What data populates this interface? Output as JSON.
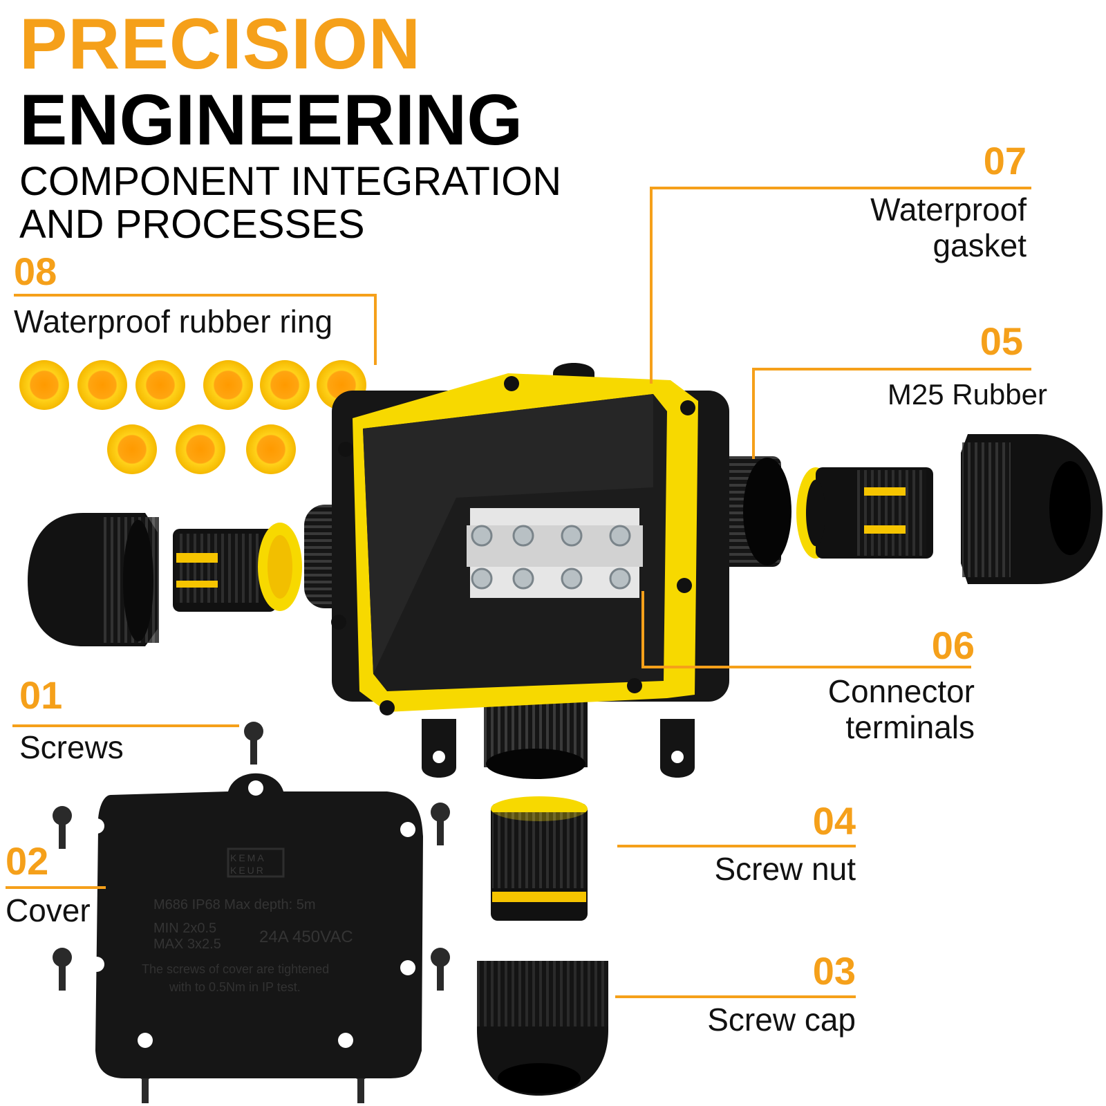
{
  "colors": {
    "accent": "#F5A01A",
    "yellow": "#F7DC11",
    "black": "#111111"
  },
  "title": {
    "line1": "PRECISION",
    "line2": "ENGINEERING",
    "subtitle_line1": "COMPONENT INTEGRATION",
    "subtitle_line2": "AND PROCESSES"
  },
  "callouts": [
    {
      "num": "08",
      "label": "Waterproof rubber ring"
    },
    {
      "num": "07",
      "label_line1": "Waterproof",
      "label_line2": "gasket"
    },
    {
      "num": "05",
      "label": "M25 Rubber"
    },
    {
      "num": "06",
      "label_line1": "Connector",
      "label_line2": "terminals"
    },
    {
      "num": "01",
      "label": "Screws"
    },
    {
      "num": "02",
      "label": "Cover"
    },
    {
      "num": "04",
      "label": "Screw nut"
    },
    {
      "num": "03",
      "label": "Screw cap"
    }
  ],
  "cover_markings": {
    "brand": "KEMA KEUR",
    "line1": "M686   IP68   Max depth: 5m",
    "line2": "MIN   2x0.5",
    "line3": "MAX   3x2.5",
    "rating": "24A  450VAC",
    "line4": "The screws of cover are tightened",
    "line5": "with to 0.5Nm in IP test."
  }
}
